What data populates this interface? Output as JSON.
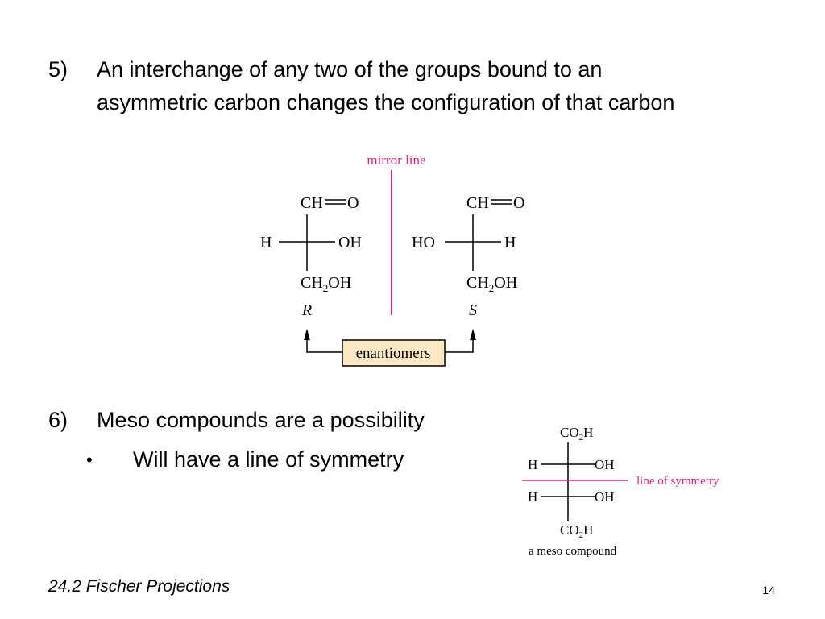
{
  "slide": {
    "point5": {
      "number": "5)",
      "line1": "An interchange of any two of the groups bound to an",
      "line2": "asymmetric carbon changes the configuration of that carbon"
    },
    "point6": {
      "number": "6)",
      "text": "Meso compounds are a possibility",
      "bullet": "•",
      "sub": "Will have a line of symmetry"
    },
    "footer": {
      "title": "24.2 Fischer Projections",
      "page": "14"
    }
  },
  "figure_enantiomers": {
    "mirror_label": "mirror line",
    "left": {
      "top_ch": "CH",
      "top_o": "O",
      "left_group": "H",
      "right_group": "OH",
      "bottom_pre": "CH",
      "bottom_sub": "2",
      "bottom_post": "OH",
      "config": "R"
    },
    "right": {
      "top_ch": "CH",
      "top_o": "O",
      "left_group": "HO",
      "right_group": "H",
      "bottom_pre": "CH",
      "bottom_sub": "2",
      "bottom_post": "OH",
      "config": "S"
    },
    "relation_label": "enantiomers"
  },
  "figure_meso": {
    "top_pre": "CO",
    "top_sub": "2",
    "top_post": "H",
    "row1_left": "H",
    "row1_right": "OH",
    "row2_left": "H",
    "row2_right": "OH",
    "bottom_pre": "CO",
    "bottom_sub": "2",
    "bottom_post": "H",
    "symmetry_label": "line of symmetry",
    "caption": "a meso compound"
  },
  "colors": {
    "mirror": "#d6267d",
    "box_fill": "#fbe8c2",
    "text": "#000000"
  }
}
